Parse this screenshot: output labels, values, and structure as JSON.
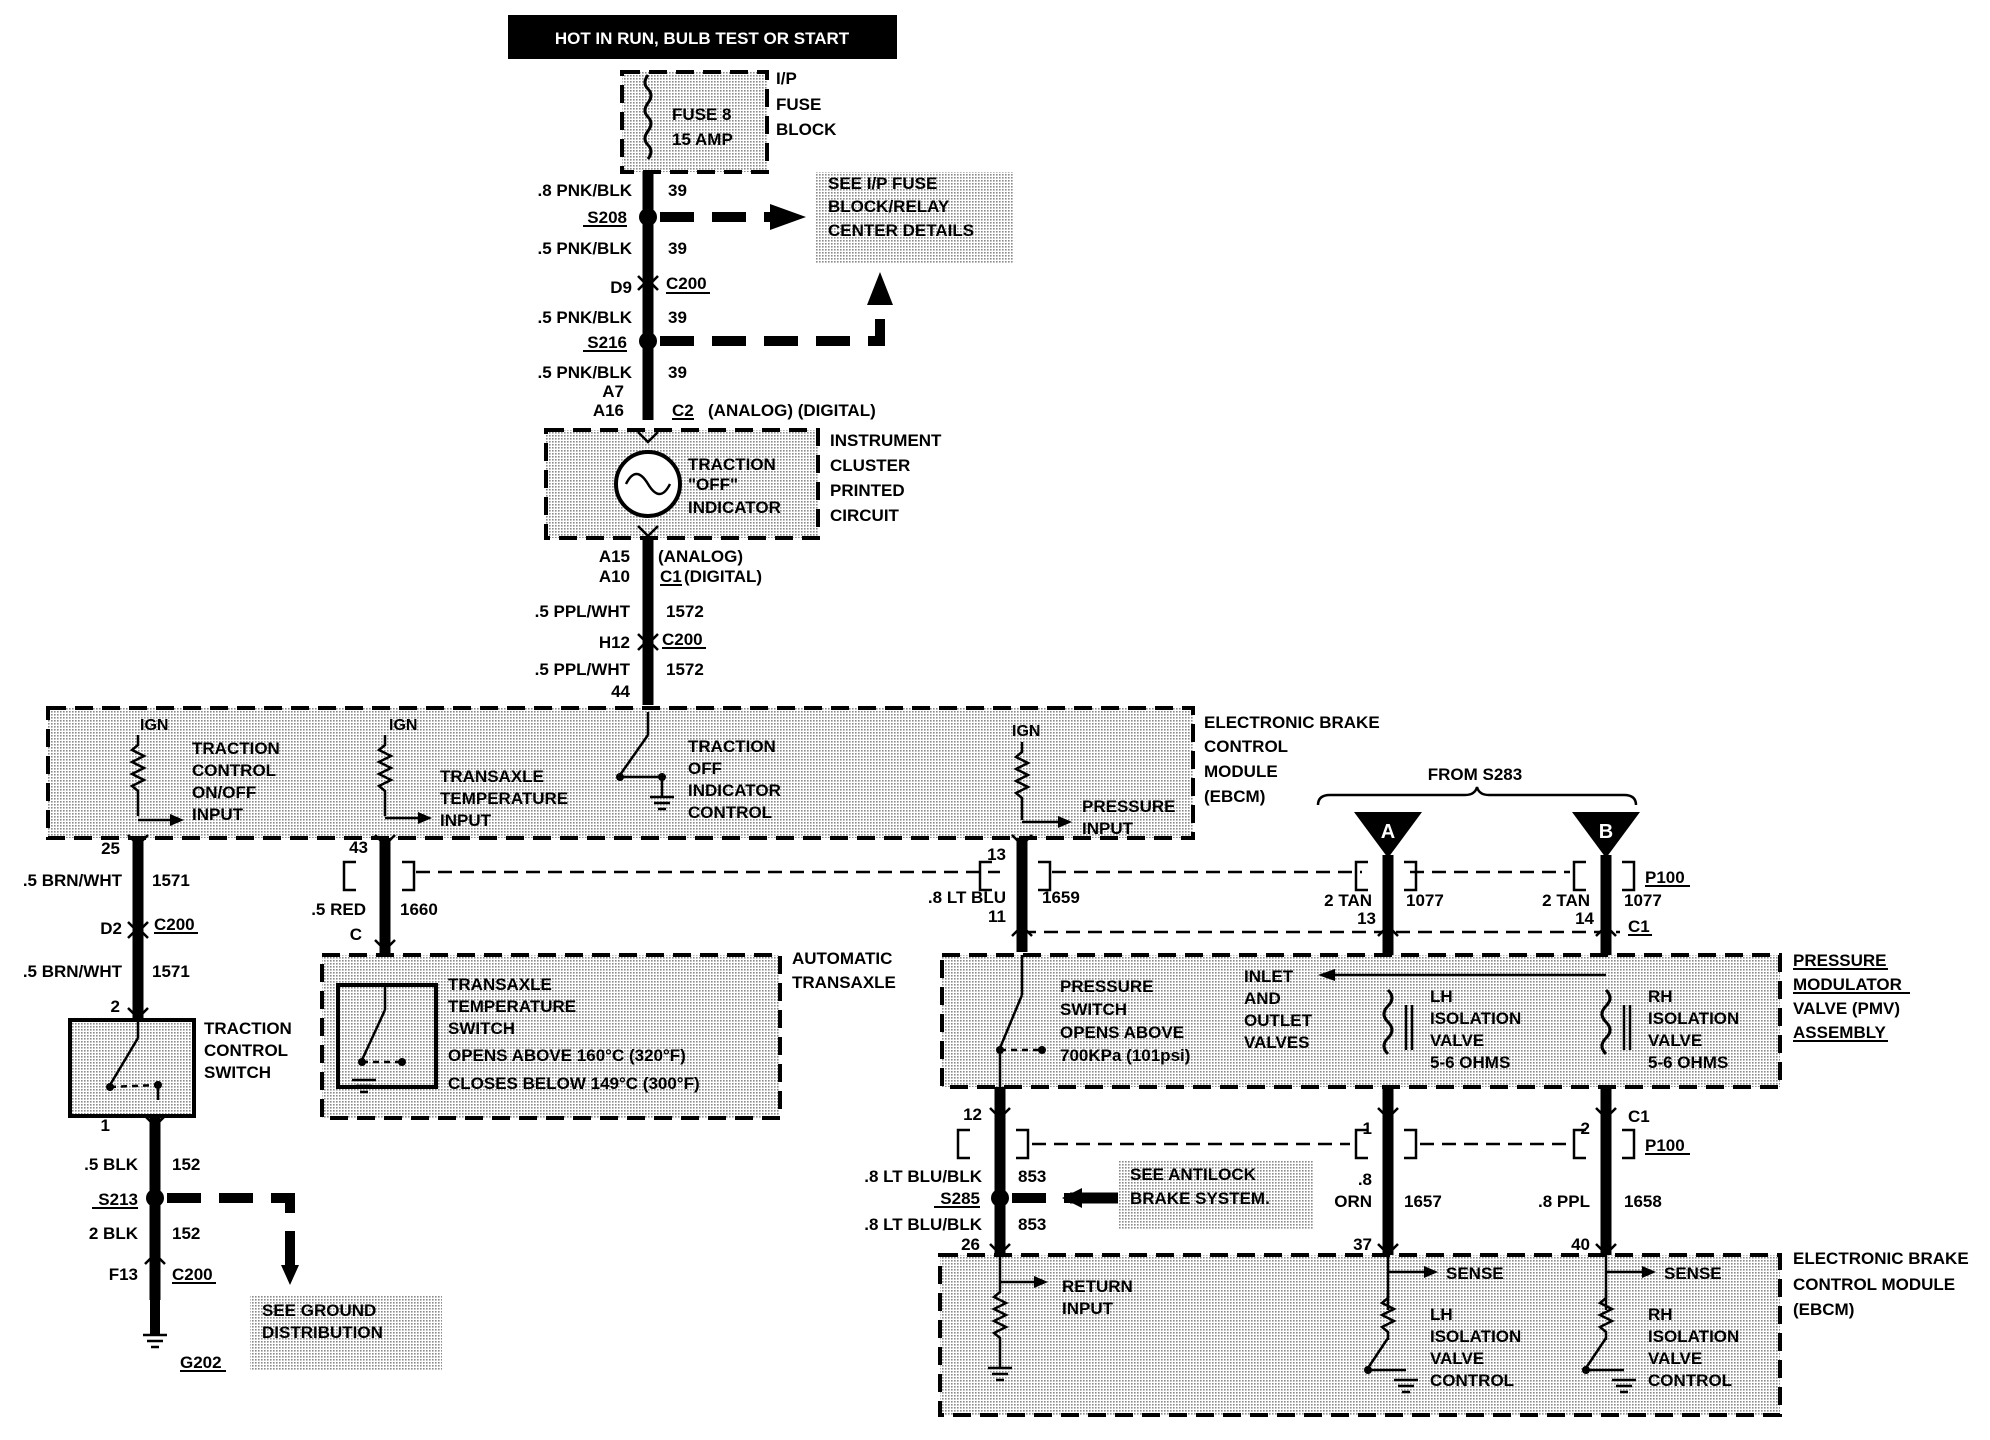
{
  "header": {
    "power_label": "HOT IN RUN, BULB TEST OR START"
  },
  "fuse_block": {
    "fuse_line1": "FUSE 8",
    "fuse_line2": "15 AMP",
    "name_line1": "I/P",
    "name_line2": "FUSE",
    "name_line3": "BLOCK"
  },
  "fuse_relay_note": {
    "line1": "SEE I/P FUSE",
    "line2": "BLOCK/RELAY",
    "line3": "CENTER DETAILS"
  },
  "top_circuit": {
    "w1_gauge": ".8 PNK/BLK",
    "w1_num": "39",
    "s208": "S208",
    "w2_gauge": ".5 PNK/BLK",
    "w2_num": "39",
    "d9": "D9",
    "c200_a": "C200",
    "w3_gauge": ".5 PNK/BLK",
    "w3_num": "39",
    "s216": "S216",
    "w4_gauge": ".5 PNK/BLK",
    "w4_num": "39",
    "a7": "A7",
    "a16": "A16",
    "c2": "C2",
    "c2_note": "(ANALOG)  (DIGITAL)"
  },
  "cluster": {
    "ind_line1": "TRACTION",
    "ind_line2": "\"OFF\"",
    "ind_line3": "INDICATOR",
    "name_line1": "INSTRUMENT",
    "name_line2": "CLUSTER",
    "name_line3": "PRINTED",
    "name_line4": "CIRCUIT"
  },
  "mid_circuit": {
    "a15": "A15",
    "a10": "A10",
    "analog": "(ANALOG)",
    "c1": "C1",
    "digital": "(DIGITAL)",
    "w5_gauge": ".5 PPL/WHT",
    "w5_num": "1572",
    "h12": "H12",
    "c200_b": "C200",
    "w6_gauge": ".5 PPL/WHT",
    "w6_num": "1572",
    "pin44": "44"
  },
  "ebcm_top": {
    "ign": "IGN",
    "tc_line1": "TRACTION",
    "tc_line2": "CONTROL",
    "tc_line3": "ON/OFF",
    "tc_line4": "INPUT",
    "tt_line1": "TRANSAXLE",
    "tt_line2": "TEMPERATURE",
    "tt_line3": "INPUT",
    "to_line1": "TRACTION",
    "to_line2": "OFF",
    "to_line3": "INDICATOR",
    "to_line4": "CONTROL",
    "pr_line1": "PRESSURE",
    "pr_line2": "INPUT",
    "name_line1": "ELECTRONIC BRAKE",
    "name_line2": "CONTROL",
    "name_line3": "MODULE",
    "name_line4": "(EBCM)"
  },
  "left_circuit": {
    "pin25": "25",
    "w7_gauge": ".5 BRN/WHT",
    "w7_num": "1571",
    "d2": "D2",
    "c200_c": "C200",
    "w8_gauge": ".5 BRN/WHT",
    "w8_num": "1571",
    "pin2": "2",
    "tcs_line1": "TRACTION",
    "tcs_line2": "CONTROL",
    "tcs_line3": "SWITCH",
    "pin1": "1",
    "w9_gauge": ".5 BLK",
    "w9_num": "152",
    "s213": "S213",
    "w10_gauge": "2 BLK",
    "w10_num": "152",
    "f13": "F13",
    "c200_d": "C200",
    "g202": "G202",
    "gnd_line1": "SEE GROUND",
    "gnd_line2": "DISTRIBUTION"
  },
  "transaxle": {
    "pin43": "43",
    "w_gauge": ".5 RED",
    "w_num": "1660",
    "pin_c": "C",
    "sw_line1": "TRANSAXLE",
    "sw_line2": "TEMPERATURE",
    "sw_line3": "SWITCH",
    "opens": "OPENS ABOVE 160°C (320°F)",
    "closes": "CLOSES BELOW 149°C (300°F)",
    "name_line1": "AUTOMATIC",
    "name_line2": "TRANSAXLE"
  },
  "pressure_circuit": {
    "pin13": "13",
    "pin11": "11",
    "w_gauge": ".8 LT BLU",
    "w_num": "1659",
    "from": "FROM S283",
    "conn_a": "A",
    "conn_b": "B",
    "p100_a": "P100",
    "c1_a": "C1",
    "tan_a_gauge": "2 TAN",
    "tan_a_num": "1077",
    "pin13b": "13",
    "tan_b_gauge": "2 TAN",
    "tan_b_num": "1077",
    "pin14": "14"
  },
  "pmv": {
    "ps_line1": "PRESSURE",
    "ps_line2": "SWITCH",
    "ps_line3": "OPENS ABOVE",
    "ps_line4": "700KPa  (101psi)",
    "iv_line1": "INLET",
    "iv_line2": "AND",
    "iv_line3": "OUTLET",
    "iv_line4": "VALVES",
    "lh_line1": "LH",
    "lh_line2": "ISOLATION",
    "lh_line3": "VALVE",
    "lh_line4": "5-6 OHMS",
    "rh_line1": "RH",
    "rh_line2": "ISOLATION",
    "rh_line3": "VALVE",
    "rh_line4": "5-6 OHMS",
    "name_line1": "PRESSURE",
    "name_line2": "MODULATOR",
    "name_line3": "VALVE (PMV)",
    "name_line4": "ASSEMBLY"
  },
  "lower_circuit": {
    "pin12": "12",
    "pin1": "1",
    "pin2": "2",
    "c1_b": "C1",
    "p100_b": "P100",
    "w11_gauge": ".8 LT BLU/BLK",
    "w11_num": "853",
    "s285": "S285",
    "w12_gauge": ".8 LT BLU/BLK",
    "w12_num": "853",
    "orn_gauge_a": ".8",
    "orn_gauge_b": "ORN",
    "orn_num": "1657",
    "ppl_gauge": ".8 PPL",
    "ppl_num": "1658",
    "abs_line1": "SEE ANTILOCK",
    "abs_line2": "BRAKE SYSTEM.",
    "pin26": "26",
    "pin37": "37",
    "pin40": "40"
  },
  "ebcm_bottom": {
    "ret_line1": "RETURN",
    "ret_line2": "INPUT",
    "sense": "SENSE",
    "lh_line1": "LH",
    "lh_line2": "ISOLATION",
    "lh_line3": "VALVE",
    "lh_line4": "CONTROL",
    "rh_line1": "RH",
    "rh_line2": "ISOLATION",
    "rh_line3": "VALVE",
    "rh_line4": "CONTROL",
    "name_line1": "ELECTRONIC BRAKE",
    "name_line2": "CONTROL MODULE",
    "name_line3": "(EBCM)"
  }
}
